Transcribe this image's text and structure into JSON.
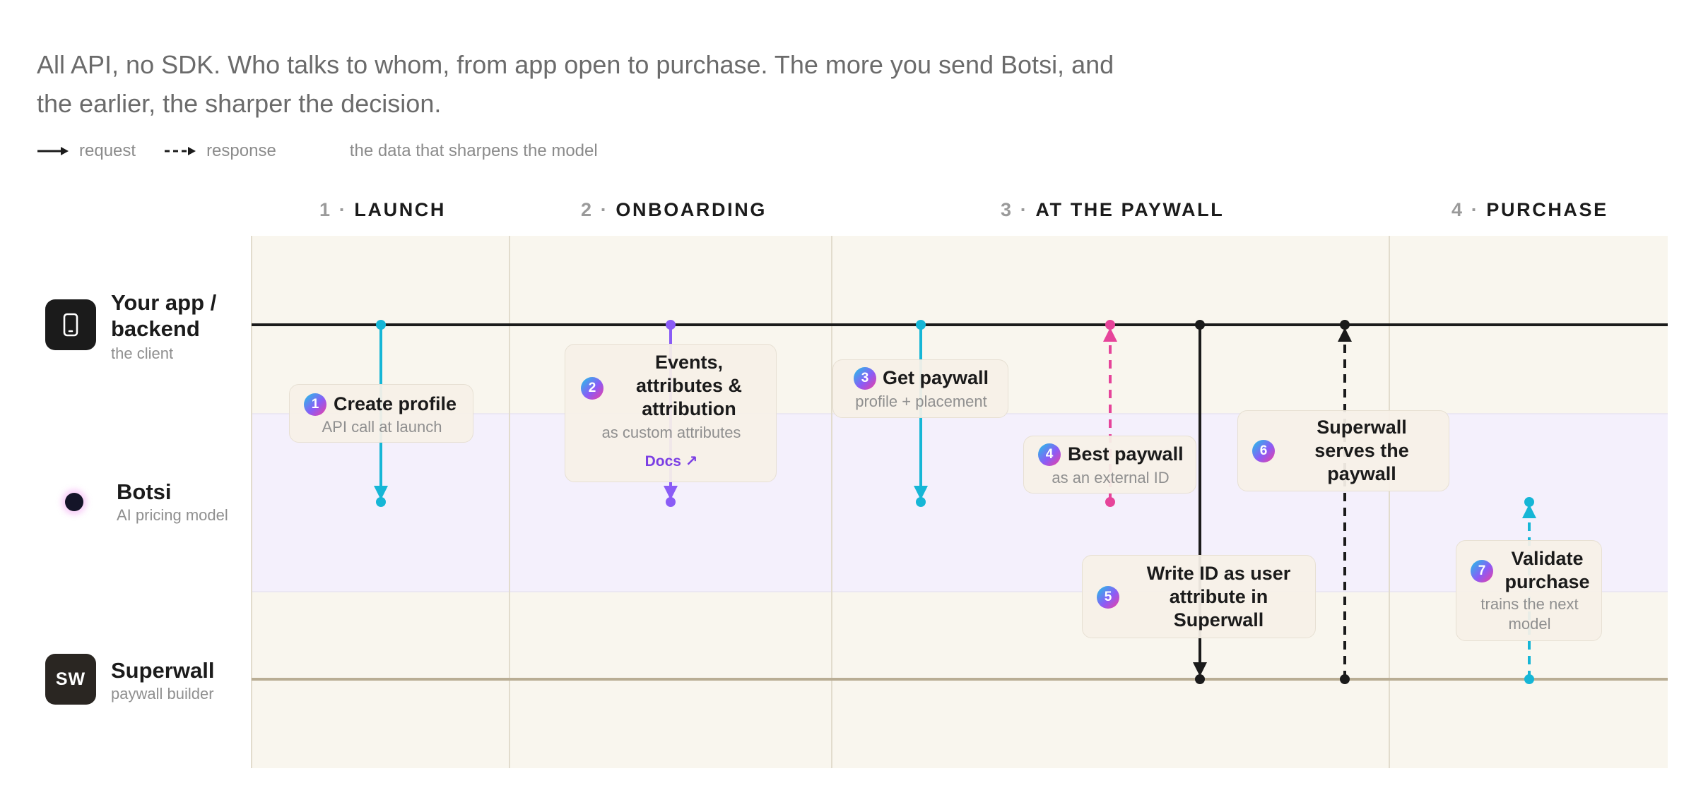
{
  "intro_text": "All API, no SDK. Who talks to whom, from app open to purchase. The more you send Botsi, and the earlier, the sharper the decision.",
  "legend": {
    "request": "request",
    "response": "response",
    "data": "the data that sharpens the model"
  },
  "phases": [
    {
      "num": "1 ·",
      "label": "LAUNCH"
    },
    {
      "num": "2 ·",
      "label": "ONBOARDING"
    },
    {
      "num": "3 ·",
      "label": "AT THE PAYWALL"
    },
    {
      "num": "4 ·",
      "label": "PURCHASE"
    }
  ],
  "lanes": {
    "app": {
      "title": "Your app / backend",
      "subtitle": "the client",
      "icon": "phone-icon"
    },
    "botsi": {
      "title": "Botsi",
      "subtitle": "AI pricing model",
      "icon": "dot-icon"
    },
    "superwall": {
      "title": "Superwall",
      "subtitle": "paywall builder",
      "icon_text": "SW"
    }
  },
  "steps": [
    {
      "num": "1",
      "title": "Create profile",
      "subtitle": "API call at launch"
    },
    {
      "num": "2",
      "title": "Events, attributes & attribution",
      "subtitle": "as custom attributes",
      "link": "Docs ↗"
    },
    {
      "num": "3",
      "title": "Get paywall",
      "subtitle": "profile + placement"
    },
    {
      "num": "4",
      "title": "Best paywall",
      "subtitle": "as an external ID"
    },
    {
      "num": "5",
      "title": "Write ID as user attribute in Superwall",
      "subtitle": ""
    },
    {
      "num": "6",
      "title": "Superwall serves the paywall",
      "subtitle": ""
    },
    {
      "num": "7",
      "title": "Validate purchase",
      "subtitle": "trains the next model"
    }
  ],
  "colors": {
    "cyan": "#16b6d6",
    "purple": "#8a5cf6",
    "pink": "#e6449a",
    "black": "#1b1b1b",
    "lane_cream": "#f9f6ee",
    "lane_lavender": "#f4f0fc",
    "superwall_line": "#b9ad94"
  }
}
